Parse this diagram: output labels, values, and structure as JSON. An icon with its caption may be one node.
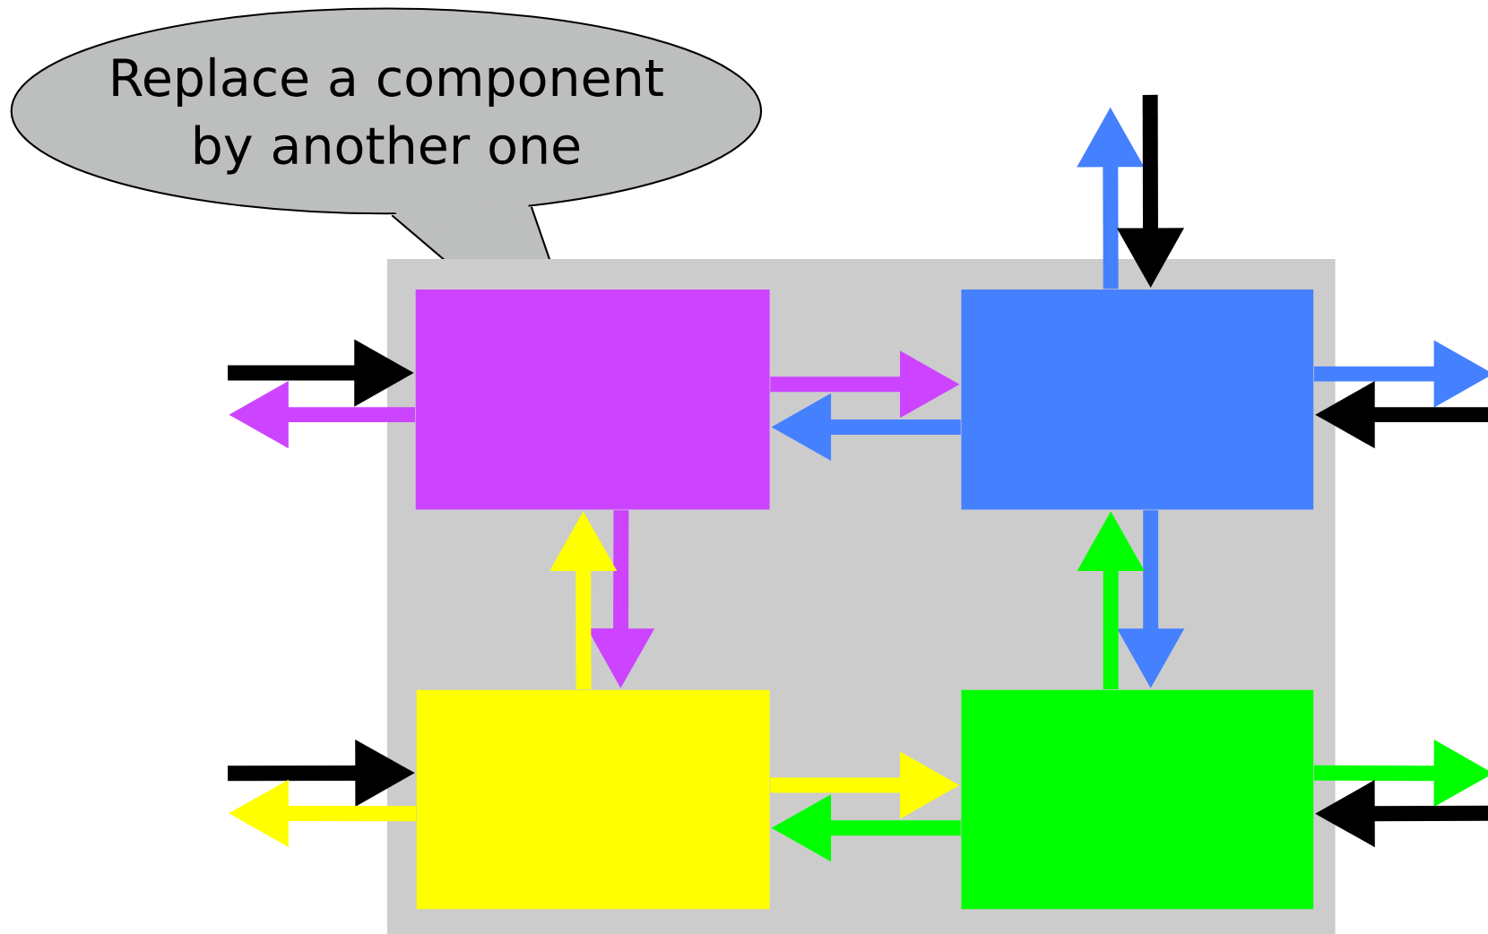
{
  "diagram": {
    "nodes": [
      {
        "text": [
          "Replace a component by another one"
        ]
      },
      {
        "text": [],
        "shape": "box"
      },
      {
        "text": [],
        "shape": "box",
        "in": 1
      },
      {
        "text": [],
        "shape": "box",
        "in": 1
      },
      {
        "text": [],
        "shape": "box",
        "in": 1
      },
      {
        "text": [],
        "shape": "box",
        "in": 1
      }
    ],
    "edges": [
      {
        "from": null,
        "to": 2,
        "arrow": "to",
        "color": "#000000"
      },
      {
        "from": 2,
        "to": null,
        "arrow": "to",
        "color": "#cc44ff"
      },
      {
        "from": 2,
        "to": 3,
        "arrow": "to",
        "color": "#cc44ff"
      },
      {
        "from": 3,
        "to": 2,
        "arrow": "to",
        "color": "#4580ff"
      },
      {
        "from": 3,
        "to": null,
        "arrow": "to",
        "color": "#4580ff"
      },
      {
        "from": null,
        "to": 3,
        "arrow": "to",
        "color": "#000000"
      },
      {
        "from": 3,
        "to": null,
        "arrow": "to",
        "color": "#4580ff"
      },
      {
        "from": null,
        "to": 3,
        "arrow": "to",
        "color": "#000000"
      },
      {
        "from": 2,
        "to": 4,
        "arrow": "to",
        "color": "#cc44ff"
      },
      {
        "from": 4,
        "to": 2,
        "arrow": "to",
        "color": "#ffff00"
      },
      {
        "from": 3,
        "to": 5,
        "arrow": "to",
        "color": "#4580ff"
      },
      {
        "from": 5,
        "to": 3,
        "arrow": "to",
        "color": "#00ff00"
      },
      {
        "from": null,
        "to": 4,
        "arrow": "to",
        "color": "#000000"
      },
      {
        "from": 4,
        "to": null,
        "arrow": "to",
        "color": "#ffff00"
      },
      {
        "from": 4,
        "to": 5,
        "arrow": "to",
        "color": "#ffff00"
      },
      {
        "from": 5,
        "to": 4,
        "arrow": "to",
        "color": "#00ff00"
      },
      {
        "from": 5,
        "to": null,
        "arrow": "to",
        "color": "#00ff00"
      },
      {
        "from": null,
        "to": 5,
        "arrow": "to",
        "color": "#000000"
      }
    ]
  }
}
